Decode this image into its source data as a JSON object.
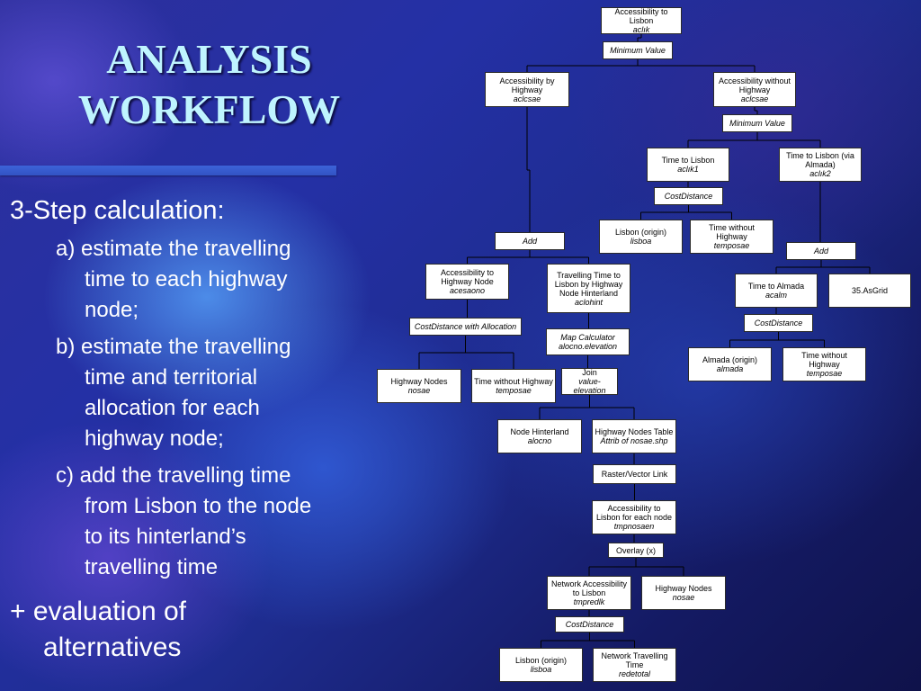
{
  "slide": {
    "title_line1": "ANALYSIS",
    "title_line2": "WORKFLOW",
    "bullets": [
      {
        "id": "main",
        "lines": [
          "3-Step calculation:"
        ]
      },
      {
        "id": "a",
        "lines": [
          "a) estimate the travelling",
          "time to each highway",
          "node;"
        ]
      },
      {
        "id": "b",
        "lines": [
          "b) estimate the travelling",
          "time and territorial",
          "allocation for each",
          "highway node;"
        ]
      },
      {
        "id": "c",
        "lines": [
          "c) add the travelling time",
          "from Lisbon to the node",
          "to its hinterland’s",
          "travelling time"
        ]
      },
      {
        "id": "eval",
        "lines": [
          "+ evaluation of",
          "alternatives"
        ]
      }
    ]
  },
  "workflow": {
    "nodes": {
      "acc_lisbon": {
        "label": "Accessibility to Lisbon",
        "sub": "aclık"
      },
      "min_value_1": {
        "label": "Minimum Value"
      },
      "acc_highway": {
        "label": "Accessibility by Highway",
        "sub": "aclcsae"
      },
      "acc_without_highway": {
        "label": "Accessibility without Highway",
        "sub": "aclcsae"
      },
      "min_value_2": {
        "label": "Minimum Value"
      },
      "time_lisbon": {
        "label": "Time to Lisbon",
        "sub": "aclık1"
      },
      "time_lisbon_almada": {
        "label": "Time to Lisbon (via Almada)",
        "sub": "aclık2"
      },
      "costdistance_1": {
        "label": "CostDistance"
      },
      "lisbon_origin_1": {
        "label": "Lisbon (origin)",
        "sub": "lisboa"
      },
      "time_without_highway_1": {
        "label": "Time without Highway",
        "sub": "temposae"
      },
      "add_1": {
        "label": "Add"
      },
      "add_2": {
        "label": "Add"
      },
      "acc_highway_node": {
        "label": "Accessibility to Highway Node",
        "sub": "acesaono"
      },
      "travel_time_hinterland": {
        "label": "Travelling Time to Lisbon by Highway Node Hinterland",
        "sub": "aclohint"
      },
      "time_almada": {
        "label": "Time to Almada",
        "sub": "acalm"
      },
      "asgrid": {
        "label": "35.AsGrid"
      },
      "costdistance_allocation": {
        "label": "CostDistance with Allocation"
      },
      "map_calculator": {
        "label": "Map Calculator",
        "sub": "alocno.elevation"
      },
      "costdistance_2": {
        "label": "CostDistance"
      },
      "almada_origin": {
        "label": "Almada (origin)",
        "sub": "almada"
      },
      "time_without_highway_3": {
        "label": "Time without Highway",
        "sub": "temposae"
      },
      "highway_nodes_1": {
        "label": "Highway Nodes",
        "sub": "nosae"
      },
      "time_without_highway_2": {
        "label": "Time without Highway",
        "sub": "temposae"
      },
      "join": {
        "label": "Join",
        "sub": "value-elevation"
      },
      "node_hinterland": {
        "label": "Node Hinterland",
        "sub": "alocno"
      },
      "highway_nodes_table": {
        "label": "Highway Nodes Table",
        "sub": "Attrib of nosae.shp"
      },
      "raster_vector_link": {
        "label": "Raster/Vector Link"
      },
      "acc_lisbon_each_node": {
        "label": "Accessibility to Lisbon for each node",
        "sub": "tmpnosaen"
      },
      "overlay": {
        "label": "Overlay (x)"
      },
      "network_accessibility": {
        "label": "Network Accessibility to Lisbon",
        "sub": "tmpredlk"
      },
      "highway_nodes_2": {
        "label": "Highway Nodes",
        "sub": "nosae"
      },
      "costdistance_3": {
        "label": "CostDistance"
      },
      "lisbon_origin_2": {
        "label": "Lisbon (origin)",
        "sub": "lisboa"
      },
      "network_travelling_time": {
        "label": "Network Travelling Time",
        "sub": "redetotal"
      }
    },
    "edges": [
      [
        "acc_lisbon",
        "min_value_1"
      ],
      [
        "min_value_1",
        "acc_highway"
      ],
      [
        "min_value_1",
        "acc_without_highway"
      ],
      [
        "acc_without_highway",
        "min_value_2"
      ],
      [
        "min_value_2",
        "time_lisbon"
      ],
      [
        "min_value_2",
        "time_lisbon_almada"
      ],
      [
        "time_lisbon",
        "costdistance_1"
      ],
      [
        "costdistance_1",
        "lisbon_origin_1"
      ],
      [
        "costdistance_1",
        "time_without_highway_1"
      ],
      [
        "time_lisbon_almada",
        "add_2"
      ],
      [
        "acc_highway",
        "add_1"
      ],
      [
        "add_1",
        "acc_highway_node"
      ],
      [
        "add_1",
        "travel_time_hinterland"
      ],
      [
        "add_2",
        "time_almada"
      ],
      [
        "add_2",
        "asgrid"
      ],
      [
        "acc_highway_node",
        "costdistance_allocation"
      ],
      [
        "costdistance_allocation",
        "highway_nodes_1"
      ],
      [
        "costdistance_allocation",
        "time_without_highway_2"
      ],
      [
        "travel_time_hinterland",
        "map_calculator"
      ],
      [
        "map_calculator",
        "join"
      ],
      [
        "join",
        "node_hinterland"
      ],
      [
        "join",
        "highway_nodes_table"
      ],
      [
        "time_almada",
        "costdistance_2"
      ],
      [
        "costdistance_2",
        "almada_origin"
      ],
      [
        "costdistance_2",
        "time_without_highway_3"
      ],
      [
        "highway_nodes_table",
        "raster_vector_link"
      ],
      [
        "raster_vector_link",
        "acc_lisbon_each_node"
      ],
      [
        "acc_lisbon_each_node",
        "overlay"
      ],
      [
        "overlay",
        "network_accessibility"
      ],
      [
        "overlay",
        "highway_nodes_2"
      ],
      [
        "network_accessibility",
        "costdistance_3"
      ],
      [
        "costdistance_3",
        "lisbon_origin_2"
      ],
      [
        "costdistance_3",
        "network_travelling_time"
      ]
    ],
    "operations": [
      "min_value_1",
      "min_value_2",
      "costdistance_1",
      "add_1",
      "add_2",
      "costdistance_allocation",
      "map_calculator",
      "costdistance_2",
      "costdistance_3"
    ],
    "line_color": "#000000",
    "box_fill": "#ffffff"
  }
}
